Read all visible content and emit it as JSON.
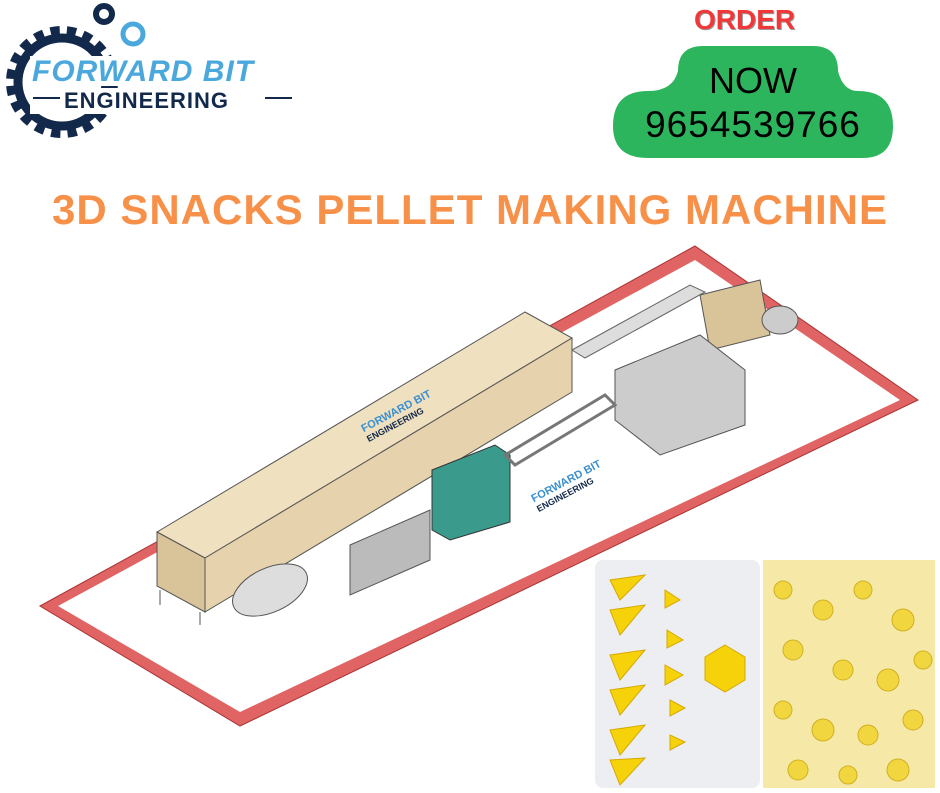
{
  "logo": {
    "line1": "FORWARD BIT",
    "line2": "ENGINEERING"
  },
  "cta": {
    "order": "ORDER",
    "now": "NOW",
    "phone": "9654539766",
    "color": "#2db55d",
    "order_color": "#f0373a"
  },
  "title": "3D SNACKS PELLET MAKING MACHINE",
  "colors": {
    "title": "#f7914a",
    "frame": "#e06464",
    "oven": "#efe0c0",
    "logo_light": "#4aa8dc",
    "logo_dark": "#13294b"
  }
}
